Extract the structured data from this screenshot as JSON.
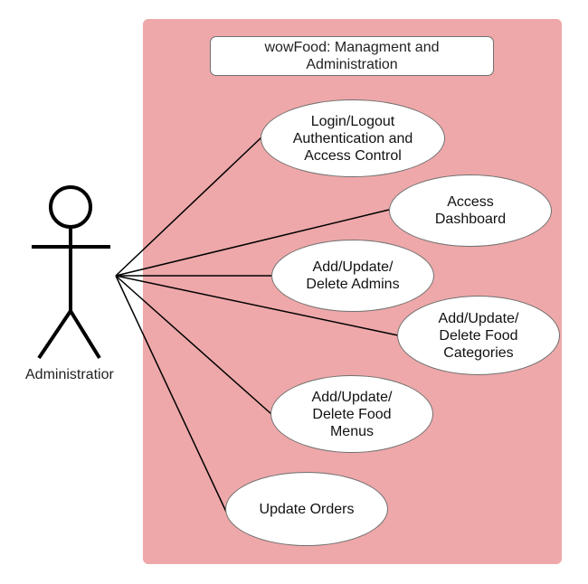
{
  "colors": {
    "boundary_fill": "#eea8a9",
    "shape_stroke": "#707070",
    "line": "#000000"
  },
  "system": {
    "title": "wowFood: Managment and Administration"
  },
  "actor": {
    "label": "Administratior",
    "icon": "stick-figure-icon"
  },
  "use_cases": [
    {
      "id": "login",
      "lines": [
        "Login/Logout",
        "Authentication and",
        "Access Control"
      ]
    },
    {
      "id": "dashboard",
      "lines": [
        "Access",
        "Dashboard"
      ]
    },
    {
      "id": "admins",
      "lines": [
        "Add/Update/",
        "Delete Admins"
      ]
    },
    {
      "id": "categories",
      "lines": [
        "Add/Update/",
        "Delete Food",
        "Categories"
      ]
    },
    {
      "id": "menus",
      "lines": [
        "Add/Update/",
        "Delete Food",
        "Menus"
      ]
    },
    {
      "id": "orders",
      "lines": [
        "Update Orders"
      ]
    }
  ]
}
